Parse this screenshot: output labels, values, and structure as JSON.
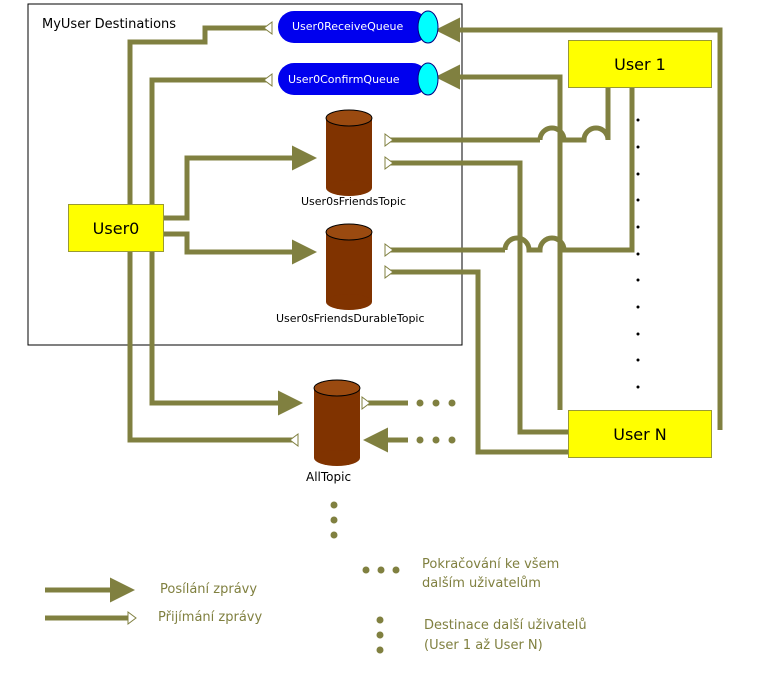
{
  "container_title": "MyUser Destinations",
  "queues": [
    {
      "label": "User0ReceiveQueue"
    },
    {
      "label": "User0ConfirmQueue"
    }
  ],
  "topics": [
    {
      "label": "User0sFriendsTopic"
    },
    {
      "label": "User0sFriendsDurableTopic"
    },
    {
      "label": "AllTopic"
    }
  ],
  "users": {
    "user0": "User0",
    "user1": "User 1",
    "userN": "User N"
  },
  "legend": {
    "send": "Posílání zprávy",
    "receive": "Přijímání zprávy",
    "continue_line1": "Pokračování ke všem",
    "continue_line2": "dalším uživatelům",
    "dest_line1": "Destinace další uživatelů",
    "dest_line2": "(User 1 až User N)"
  },
  "colors": {
    "arrow": "#808040",
    "queue": "#0000ee",
    "queue_cap": "#00ffff",
    "topic": "#803300",
    "user_box": "#ffff00"
  }
}
